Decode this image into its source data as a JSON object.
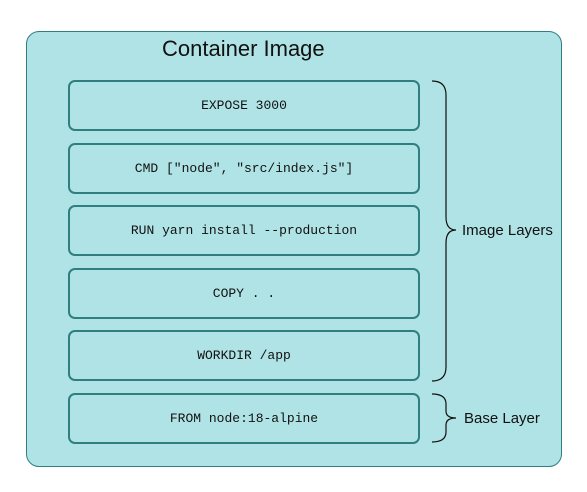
{
  "colors": {
    "fill": "#b0e3e6",
    "stroke": "#2f7f80",
    "text": "#111111",
    "background": "#ffffff"
  },
  "diagram": {
    "title": "Container Image",
    "layers": [
      "EXPOSE 3000",
      "CMD [\"node\", \"src/index.js\"]",
      "RUN yarn install --production",
      "COPY . .",
      "WORKDIR /app",
      "FROM node:18-alpine"
    ],
    "groups": {
      "image_layers": "Image Layers",
      "base_layer": "Base Layer"
    }
  }
}
